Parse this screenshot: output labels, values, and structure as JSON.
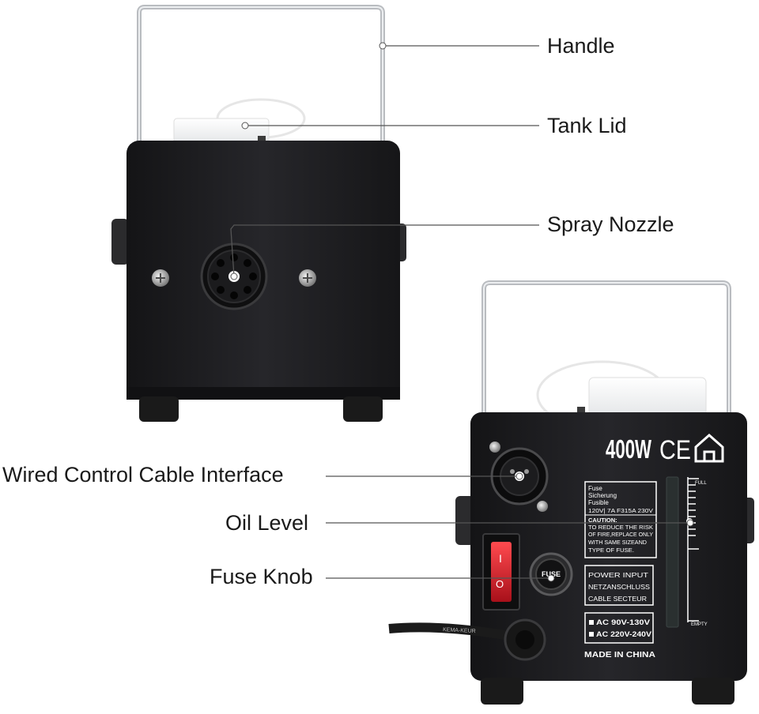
{
  "callouts": {
    "handle": "Handle",
    "tank_lid": "Tank Lid",
    "spray_nozzle": "Spray Nozzle",
    "wired_control": "Wired Control Cable Interface",
    "oil_level": "Oil Level",
    "fuse_knob": "Fuse Knob"
  },
  "rear_panel": {
    "wattage": "400W",
    "ce_mark": "CE",
    "fuse_box": [
      "Fuse",
      "Sicherung",
      "Fusible",
      "120V| 7A   F315A  230V",
      "CAUTION:",
      "TO REDUCE THE RISK",
      "OF FIRE,REPLACE ONLY",
      "WITH SAME SIZEAND",
      "TYPE OF FUSE."
    ],
    "power_box": [
      "POWER INPUT",
      "NETZANSCHLUSS",
      "CABLE SECTEUR"
    ],
    "voltage_box": [
      "AC 90V-130V",
      "AC 220V-240V"
    ],
    "made_in": "MADE IN CHINA",
    "gauge_full": "FULL",
    "gauge_empty": "EMPTY",
    "fuse_cap": "FUSE",
    "switch_on": "I",
    "switch_off": "O",
    "cable_print": "KEMA-KEUR"
  },
  "colors": {
    "body": "#1c1c1e",
    "handle": "#b9bcc0",
    "switch_red": "#d3202a",
    "leader": "#555555"
  }
}
